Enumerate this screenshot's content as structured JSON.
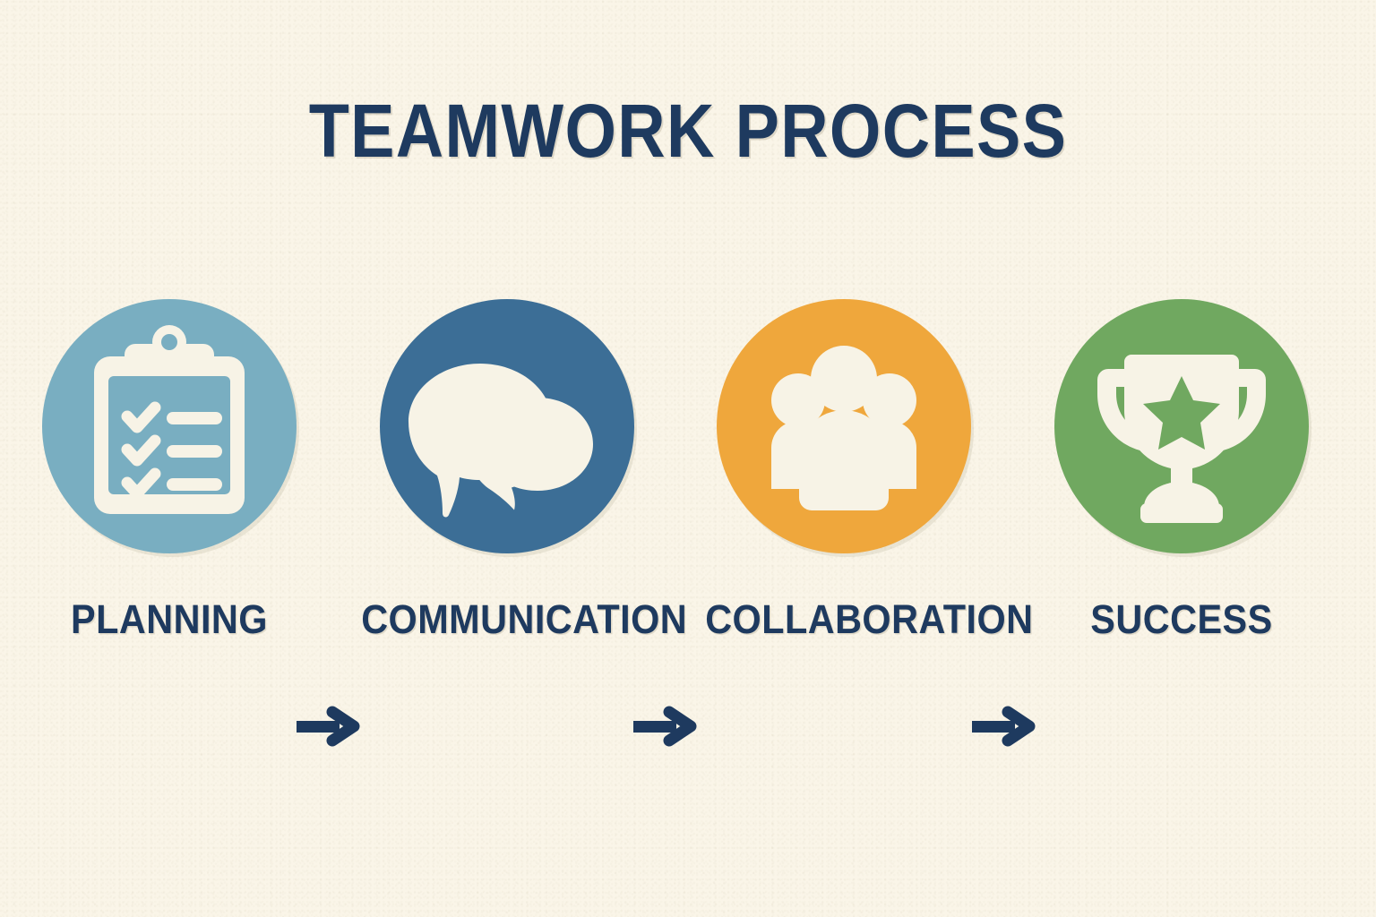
{
  "page": {
    "title": "TEAMWORK PROCESS",
    "background_color": "#faf5e8",
    "text_color": "#1e3a5f",
    "icon_fill_color": "#f7f3e6",
    "arrow_color": "#1e3a5f"
  },
  "steps": [
    {
      "label": "PLANNING",
      "icon": "clipboard-checklist-icon",
      "circle_color": "#79aec1"
    },
    {
      "label": "COMMUNICATION",
      "icon": "speech-bubbles-icon",
      "circle_color": "#3c6e96"
    },
    {
      "label": "COLLABORATION",
      "icon": "people-group-icon",
      "circle_color": "#efa73c"
    },
    {
      "label": "SUCCESS",
      "icon": "trophy-star-icon",
      "circle_color": "#70a860"
    }
  ],
  "connectors": [
    {
      "icon": "arrow-right-icon"
    },
    {
      "icon": "arrow-right-icon"
    },
    {
      "icon": "arrow-right-icon"
    }
  ]
}
